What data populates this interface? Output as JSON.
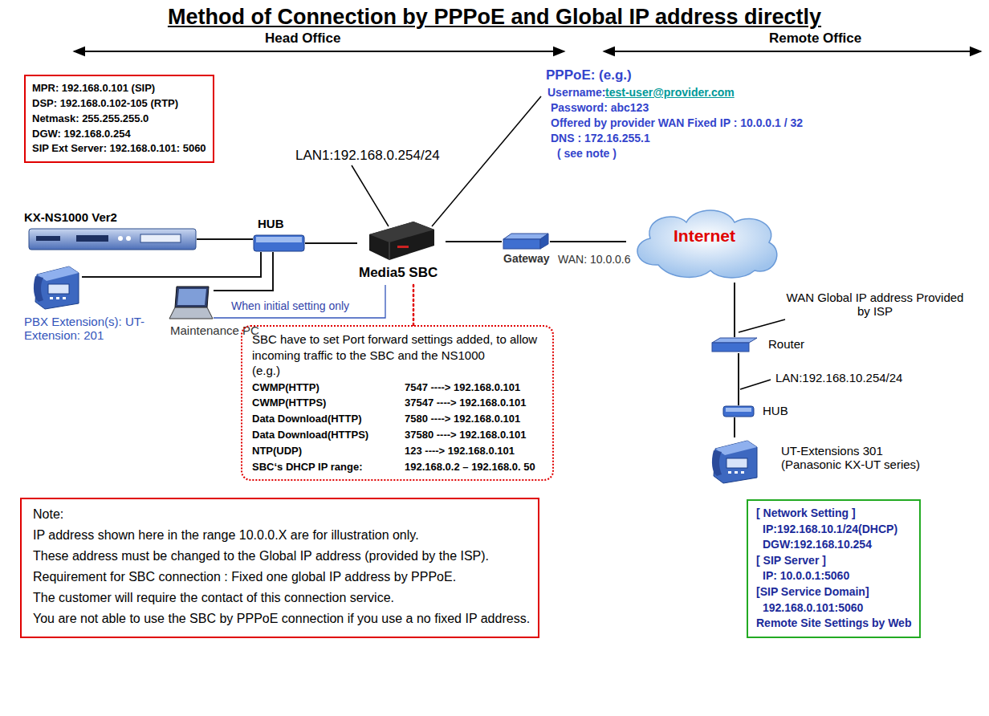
{
  "diagram": {
    "title": "Method of Connection by PPPoE and Global IP address directly",
    "nodes": [
      {
        "text": [
          "MPR: 192.168.0.101 (SIP)",
          "DSP: 192.168.0.102-105 (RTP)",
          "Netmask: 255.255.255.0",
          "DGW: 192.168.0.254",
          "SIP Ext Server: 192.168.0.101: 5060"
        ]
      },
      {
        "text": [
          "KX-NS1000 Ver2"
        ]
      },
      {
        "text": [
          "HUB"
        ]
      },
      {
        "text": [
          "Media5 SBC"
        ]
      },
      {
        "text": [
          "Gateway"
        ]
      },
      {
        "text": [
          "Internet"
        ]
      },
      {
        "text": [
          "Router"
        ]
      },
      {
        "text": [
          "HUB"
        ]
      },
      {
        "text": [
          "PBX Extension(s): UT-Extension: 201"
        ]
      },
      {
        "text": [
          "Maintenance PC"
        ]
      },
      {
        "text": [
          "UT-Extensions 301 (Panasonic KX-UT series)"
        ]
      },
      {
        "text": [
          "SBC have to set Port forward settings added, to allow incoming traffic to the SBC and the NS1000",
          "(e.g.)",
          "CWMP(HTTP)",
          "7547 ----> 192.168.0.101",
          "CWMP(HTTPS)",
          "37547 ----> 192.168.0.101",
          "Data Download(HTTP)",
          "7580 ----> 192.168.0.101",
          "Data Download(HTTPS)",
          "37580 ----> 192.168.0.101",
          "NTP(UDP)",
          "123 ----> 192.168.0.101",
          "SBC‘s DHCP IP range:",
          "192.168.0.2 – 192.168.0. 50"
        ]
      },
      {
        "text": [
          "Note:",
          "IP address shown here in the range 10.0.0.X are for illustration only.",
          "These address must be changed to the Global IP address (provided by the ISP).",
          "Requirement for SBC connection : Fixed one global IP address by PPPoE.",
          "The customer will require the contact of this connection service.",
          "You are not able to use the SBC by PPPoE connection if you use a no fixed IP address."
        ]
      },
      {
        "text": [
          "[ Network Setting ]",
          "IP:192.168.10.1/24(DHCP)",
          "DGW:192.168.10.254",
          "[ SIP Server ]",
          "IP: 10.0.0.1:5060",
          "[SIP Service Domain]",
          "192.168.0.101:5060",
          "Remote Site Settings by Web"
        ]
      }
    ],
    "edges": [
      {
        "from": 1,
        "to": 2,
        "arrow": "none"
      },
      {
        "from": 8,
        "to": 2,
        "arrow": "none"
      },
      {
        "from": 9,
        "to": 2,
        "arrow": "none"
      },
      {
        "from": 2,
        "to": 3,
        "arrow": "none"
      },
      {
        "from": 9,
        "to": 3,
        "label": "When initial setting only",
        "arrow": "none"
      },
      {
        "from": 3,
        "to": 11,
        "arrow": "none"
      },
      {
        "from": 3,
        "to": 4,
        "arrow": "none"
      },
      {
        "from": 4,
        "to": 5,
        "arrow": "none"
      },
      {
        "from": 5,
        "to": 6,
        "arrow": "none"
      },
      {
        "from": 6,
        "to": 7,
        "arrow": "none"
      },
      {
        "from": 7,
        "to": 10,
        "arrow": "none"
      }
    ],
    "labels": [
      "Head Office",
      "Remote Office",
      "LAN1:192.168.0.254/24",
      "PPPoE: (e.g.)",
      "Username: ",
      "test-user@provider.com",
      "Password: abc123",
      "Offered by provider WAN Fixed IP : 10.0.0.1 / 32",
      "DNS : 172.16.255.1",
      "( see note )",
      "WAN: 10.0.0.6",
      "WAN Global IP address Provided by ISP",
      "LAN:192.168.10.254/24"
    ]
  }
}
